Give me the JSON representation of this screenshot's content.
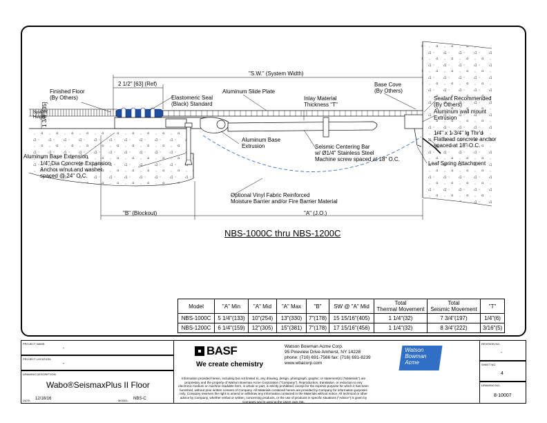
{
  "drawing": {
    "labels": {
      "system_width": "\"S.W.\" (System Width)",
      "ref_dim": "2 1/2\" [63] (Ref)",
      "finished_floor": "Finished Floor\n(By Others)",
      "elastomeric_seal": "Elastomeric Seal\n(Black) Standard",
      "slide_plate": "Aluminum Slide Plate",
      "inlay": "Inlay Material\nThickness \"T\"",
      "base_cove": "Base Cove\n(By Others)",
      "sealant": "Sealant Recommended\n(By Others)",
      "wall_mount": "Aluminum wall mount\nExtrusion",
      "system_height_dim": "1 3/8\" [35]",
      "system_height": "System\nHeight",
      "flathead": "1/4\" x 1 3/4\" lg Thr'd\nFlathead concrete anchor\nspaced at 18\" O.C.",
      "base_extension": "Aluminum Base Extension",
      "base_extrusion": "Aluminum Base\nExtrusion",
      "centering_bar": "Seismic Centering Bar\nw/ Ø1/4\" Stainless Steel\nMachine screw spaced at 18\" O.C.",
      "leaf_spring": "Leaf Spring Attachment",
      "anchor": "1/4\" Dia Concrete Expansion\nAnchor w/nut and washer\nspaced @ 24\" O.C.",
      "vinyl": "Optional Vinyl Fabric Reinforced\nMoisture Barrier and/or Fire Barrier Material",
      "blockout": "\"B\" (Blockout)",
      "jo": "\"A\" (J.O.)"
    },
    "title": "NBS-1000C thru NBS-1200C"
  },
  "table": {
    "headers": [
      "Model",
      "\"A\" Min",
      "\"A\" Mid",
      "\"A\" Max",
      "\"B\"",
      "SW @ \"A\" Mid",
      "Total\nThermal Movement",
      "Total\nSeismic Movement",
      "\"T\""
    ],
    "rows": [
      [
        "NBS-1000C",
        "5 1/4\"(133)",
        "10\"(254)",
        "13\"(330)",
        "7\"(178)",
        "15 15/16\"(405)",
        "1 1/4\"(32)",
        "7 3/4\"(197)",
        "1/4\"(6)"
      ],
      [
        "NBS-1200C",
        "6 1/4\"(159)",
        "12\"(305)",
        "15\"(381)",
        "7\"(178)",
        "17 15/16\"(456)",
        "1 1/4\"(32)",
        "8 3/4\"(222)",
        "3/16\"(5)"
      ]
    ]
  },
  "title_block": {
    "project_name_label": "PROJECT NAME:",
    "project_name": "-",
    "project_location_label": "PROJECT LOCATION:",
    "project_location": "-",
    "drawing_description_label": "DRAWING DESCRIPTION",
    "drawing_description": "Wabo®SeismaxPlus II Floor",
    "date_label": "DATE:",
    "date": "12/18/16",
    "model_label": "MODEL:",
    "model": "NBS-C",
    "basf_logo": "BASF",
    "basf_tagline": "We create chemistry",
    "company_name": "Watson Bowman Acme Corp.",
    "company_address": "95 Pineview Drive Amherst, NY 14228",
    "company_phone": "phone: (716) 691-7566  fax: (716) 691-8239",
    "company_web": "www.wbacorp.com",
    "wba_logo": "Watson\nBowman\nAcme",
    "revision_label": "REVISION NO.",
    "revision": "-",
    "sheet_label": "SHEET NO.",
    "sheet": "4",
    "drawing_no_label": "DRAWING NO.",
    "drawing_no": "8-10007",
    "disclaimer": "Information provided herein, including but not limited to, any drawing, design, photograph, graphic, or statement(s) (\"Materials\") are proprietary and the property of Watson Bowman Acme Corporation (\"Company\"). Reproduction, translation, or reduction to any electronic medium or machine readable form, in whole or part, is strictly prohibited, except for the express purpose for which it has been furnished, without prior written consent of Company. All Materials contained herein are provided by Company for information purposes only. Company reserves the right to amend or withdraw any information contained in the Materials without notice. All technical or other advice by Company, whether verbal or written, concerning products, or the use of products in specific situations (\"Advice\") is given by Company and is used at the Users own risk."
  },
  "colors": {
    "seal": "#1f4e9e",
    "wba_logo": "#2f6fc6"
  }
}
